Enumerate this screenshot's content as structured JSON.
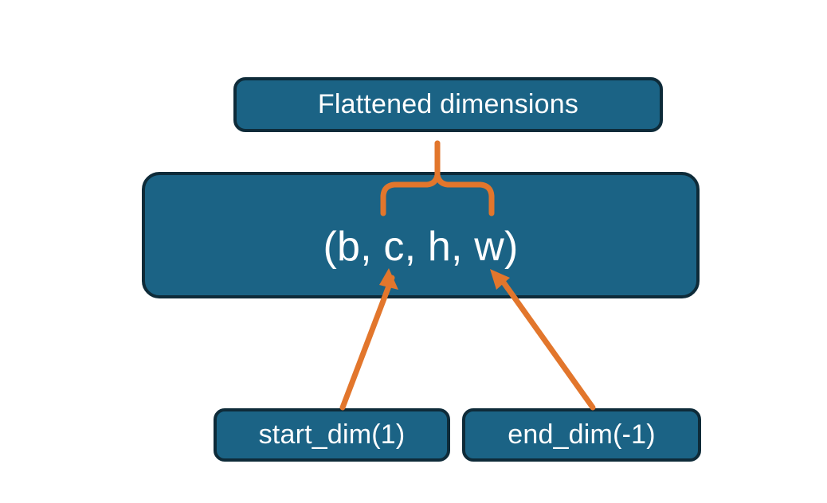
{
  "diagram": {
    "title_node": {
      "label": "Flattened dimensions"
    },
    "shape_node": {
      "label": "(b, c, h, w)"
    },
    "start_node": {
      "label": "start_dim(1)"
    },
    "end_node": {
      "label": "end_dim(-1)"
    },
    "colors": {
      "box_fill": "#1b6385",
      "box_border": "#0e2b39",
      "text": "#ffffff",
      "accent_orange": "#e2762c",
      "background": "#ffffff"
    },
    "connectors": {
      "brace": {
        "name": "upward-curly-brace",
        "spans_label": "c, h, w",
        "points_to": "Flattened dimensions"
      },
      "arrow_start_dim": {
        "name": "arrow-start-dim-to-shape",
        "from": "start_dim(1)",
        "to": "(b, c, h, w)"
      },
      "arrow_end_dim": {
        "name": "arrow-end-dim-to-shape",
        "from": "end_dim(-1)",
        "to": "(b, c, h, w)"
      }
    }
  }
}
